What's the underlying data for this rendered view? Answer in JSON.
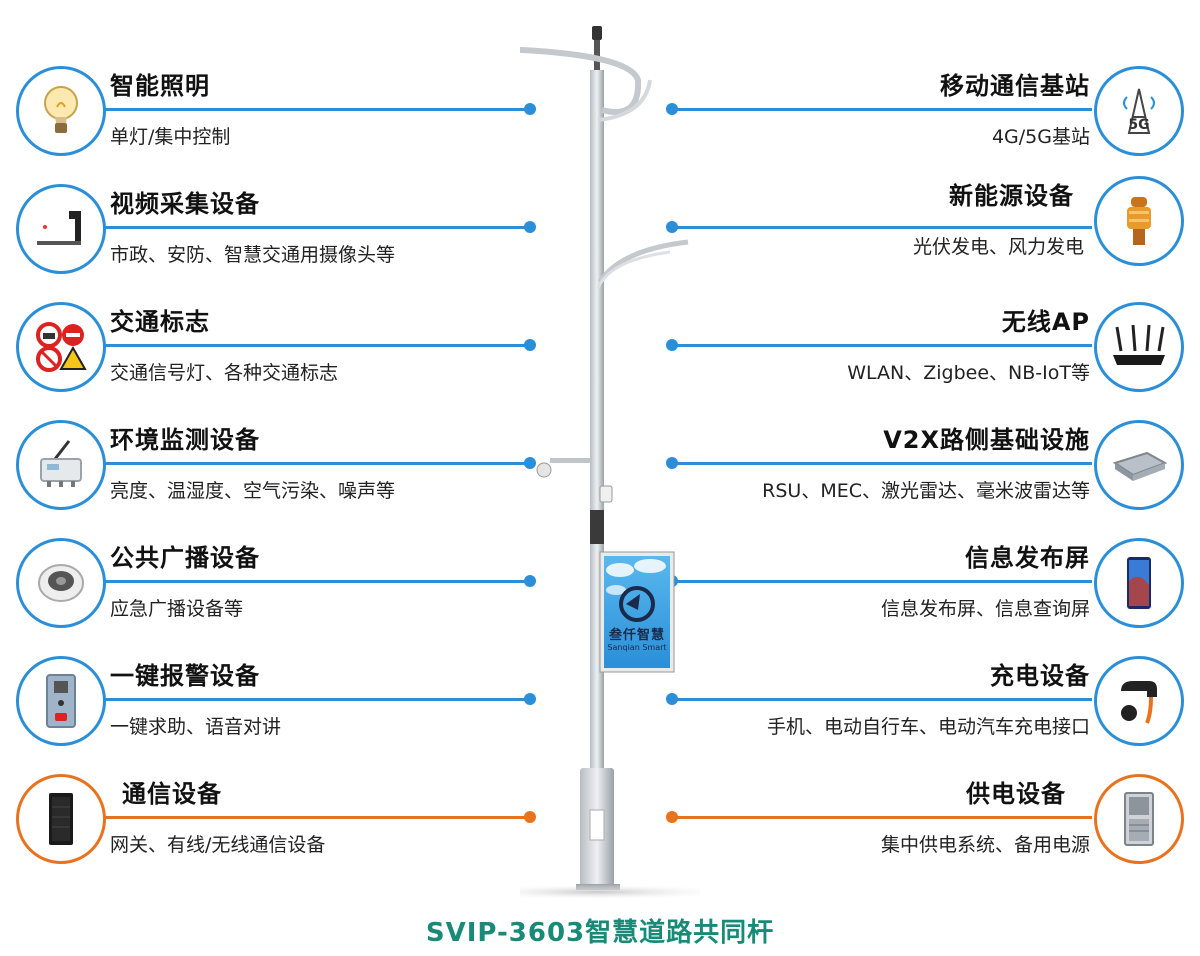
{
  "left": [
    {
      "title": "智能照明",
      "desc": "单灯/集中控制",
      "icon": "light-bulb-icon",
      "accent": "#2a8fd8"
    },
    {
      "title": "视频采集设备",
      "desc": "市政、安防、智慧交通用摄像头等",
      "icon": "camera-icon",
      "accent": "#2a8fd8"
    },
    {
      "title": "交通标志",
      "desc": "交通信号灯、各种交通标志",
      "icon": "traffic-sign-icon",
      "accent": "#2a8fd8"
    },
    {
      "title": "环境监测设备",
      "desc": "亮度、温湿度、空气污染、噪声等",
      "icon": "sensor-icon",
      "accent": "#2a8fd8"
    },
    {
      "title": "公共广播设备",
      "desc": "应急广播设备等",
      "icon": "speaker-icon",
      "accent": "#2a8fd8"
    },
    {
      "title": "一键报警设备",
      "desc": "一键求助、语音对讲",
      "icon": "alarm-panel-icon",
      "accent": "#2a8fd8"
    },
    {
      "title": "通信设备",
      "desc": "网关、有线/无线通信设备",
      "icon": "server-cabinet-icon",
      "accent": "#e8731e"
    }
  ],
  "right": [
    {
      "title": "移动通信基站",
      "desc": "4G/5G基站",
      "icon": "5g-tower-icon",
      "accent": "#2a8fd8"
    },
    {
      "title": "新能源设备",
      "desc": "光伏发电、风力发电",
      "icon": "wind-turbine-icon",
      "accent": "#2a8fd8"
    },
    {
      "title": "无线AP",
      "desc": "WLAN、Zigbee、NB-IoT等",
      "icon": "wifi-router-icon",
      "accent": "#2a8fd8"
    },
    {
      "title": "V2X路侧基础设施",
      "desc": "RSU、MEC、激光雷达、毫米波雷达等",
      "icon": "roadside-unit-icon",
      "accent": "#2a8fd8"
    },
    {
      "title": "信息发布屏",
      "desc": "信息发布屏、信息查询屏",
      "icon": "display-screen-icon",
      "accent": "#2a8fd8"
    },
    {
      "title": "充电设备",
      "desc": "手机、电动自行车、电动汽车充电接口",
      "icon": "charger-plug-icon",
      "accent": "#2a8fd8"
    },
    {
      "title": "供电设备",
      "desc": "集中供电系统、备用电源",
      "icon": "power-cabinet-icon",
      "accent": "#e8731e"
    }
  ],
  "screen_logo": {
    "name_cn": "叁仟智慧",
    "name_en": "Sanqian Smart"
  },
  "caption": "SVIP-3603智慧道路共同杆"
}
